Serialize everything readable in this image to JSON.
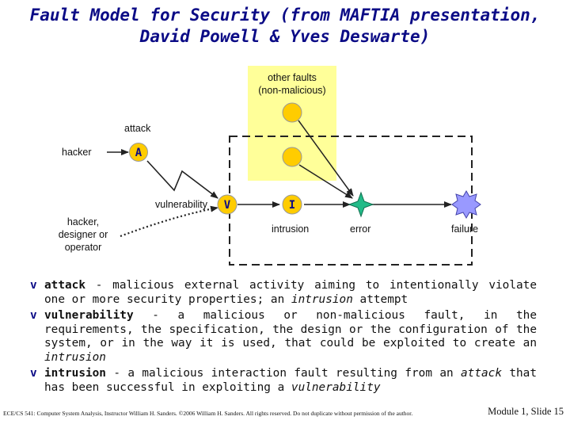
{
  "slide": {
    "title_line1": "Fault Model for Security (from MAFTIA presentation,",
    "title_line2": "David Powell & Yves Deswarte)"
  },
  "diagram": {
    "other_faults_line1": "other faults",
    "other_faults_line2": "(non-malicious)",
    "attack_label": "attack",
    "hacker_label": "hacker",
    "attack_marker": "A",
    "vulnerability_label": "vulnerability",
    "vulnerability_marker": "V",
    "intrusion_marker": "I",
    "actors_line1": "hacker,",
    "actors_line2": "designer or",
    "actors_line3": "operator",
    "intrusion_label": "intrusion",
    "error_label": "error",
    "failure_label": "failure",
    "colors": {
      "highlight_box": "#ffff99",
      "fault_circle": "#ffcc00",
      "error_star": "#22bb88",
      "failure_burst": "#9999ff",
      "title": "#0b0b86"
    }
  },
  "bullets": [
    {
      "term": "attack",
      "segments": [
        {
          "text": " - malicious external activity aiming to intentionally violate one or more security properties; an ",
          "italic": false
        },
        {
          "text": "intrusion",
          "italic": true
        },
        {
          "text": " attempt",
          "italic": false
        }
      ]
    },
    {
      "term": "vulnerability",
      "segments": [
        {
          "text": " - a malicious or non-malicious fault, in the requirements, the specification, the design or the configuration of the system, or in the way it is used, that could be exploited to create an ",
          "italic": false
        },
        {
          "text": "intrusion",
          "italic": true
        }
      ]
    },
    {
      "term": "intrusion",
      "segments": [
        {
          "text": " - a malicious interaction fault resulting from an ",
          "italic": false
        },
        {
          "text": "attack",
          "italic": true
        },
        {
          "text": " that has been successful in exploiting a ",
          "italic": false
        },
        {
          "text": "vulnerability",
          "italic": true
        }
      ]
    }
  ],
  "bullet_marker": "v",
  "footer": {
    "left": "ECE/CS 541: Computer System Analysis, Instructor William H. Sanders. ©2006 William H. Sanders. All rights reserved. Do not duplicate without permission of the author.",
    "right": "Module 1, Slide 15"
  }
}
